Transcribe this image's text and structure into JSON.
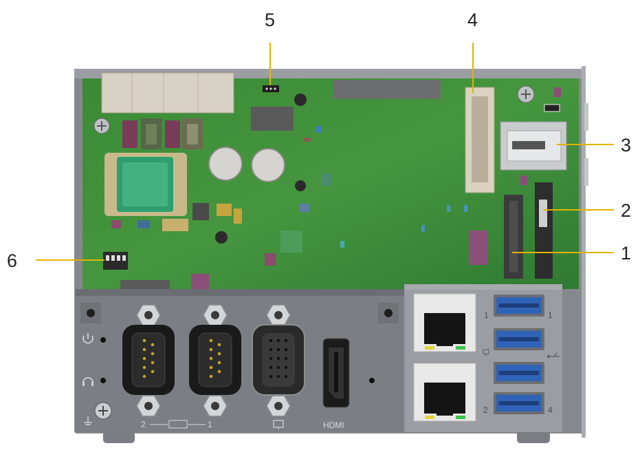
{
  "callouts": {
    "c1": "1",
    "c2": "2",
    "c3": "3",
    "c4": "4",
    "c5": "5",
    "c6": "6"
  },
  "panel_labels": {
    "com_left": "2",
    "com_right": "1",
    "hdmi": "HDMI",
    "usb_top_left": "1",
    "usb_bottom_left": "2",
    "usb_top_right": "1",
    "usb_bottom_right": "4"
  },
  "icons": [
    "power-icon",
    "headset-icon",
    "ground-icon",
    "monitor-icon",
    "network-icon"
  ],
  "colors": {
    "leader_line": "#e2b300",
    "pcb": "#3f8f3a",
    "chassis": "#85888c",
    "usb3_blue": "#2f63b8"
  }
}
